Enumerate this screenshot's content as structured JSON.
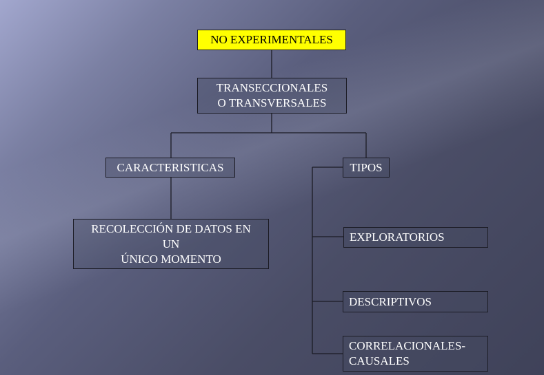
{
  "diagram": {
    "nodes": {
      "root": "NO EXPERIMENTALES",
      "transeccionales": "TRANSECCIONALES\nO TRANSVERSALES",
      "caracteristicas": "CARACTERISTICAS",
      "tipos": "TIPOS",
      "recoleccion": "RECOLECCIÓN DE DATOS EN\nUN\nÚNICO MOMENTO",
      "exploratorios": "EXPLORATORIOS",
      "descriptivos": "DESCRIPTIVOS",
      "correlacionales": "CORRELACIONALES-\nCAUSALES"
    },
    "colors": {
      "root_fill": "#ffff00",
      "line": "#1b1b24",
      "text": "#ffffff"
    }
  }
}
